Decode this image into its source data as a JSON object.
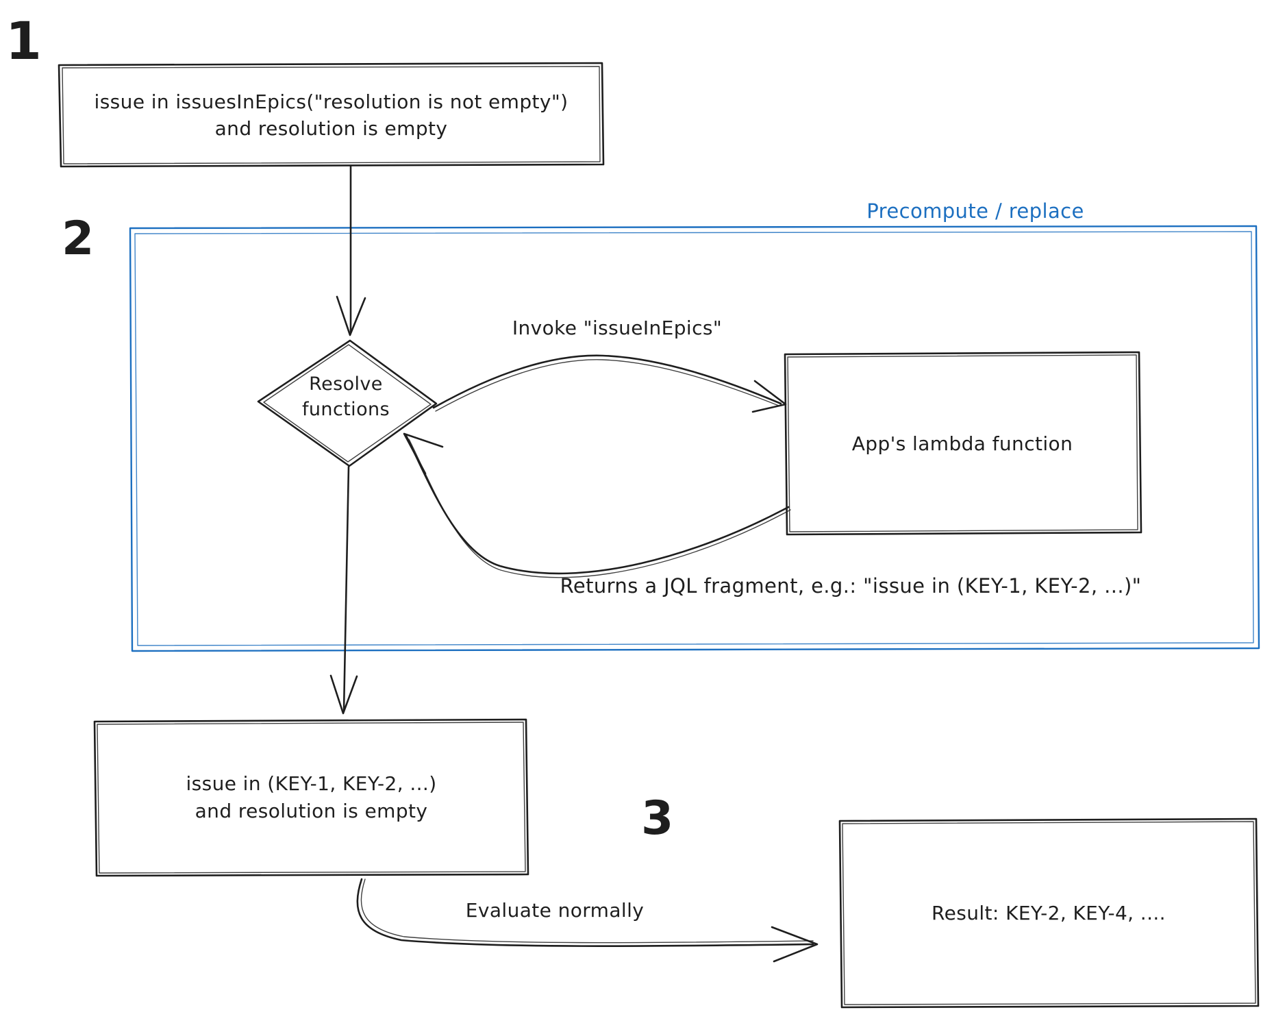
{
  "colors": {
    "ink": "#1e1e1e",
    "accent": "#1c6fc0",
    "background": "#ffffff"
  },
  "steps": {
    "one": {
      "number": "1"
    },
    "two": {
      "number": "2",
      "label": "Precompute / replace"
    },
    "three": {
      "number": "3"
    }
  },
  "nodes": {
    "input_query": {
      "line1": "issue in issuesInEpics(\"resolution is not empty\")",
      "line2": "and resolution is empty"
    },
    "resolve": {
      "line1": "Resolve",
      "line2": "functions"
    },
    "lambda": {
      "label": "App's lambda function"
    },
    "rewritten": {
      "line1": "issue in (KEY-1, KEY-2, ...)",
      "line2": "and resolution is empty"
    },
    "result": {
      "label": "Result: KEY-2, KEY-4, ...."
    }
  },
  "edges": {
    "invoke_label": "Invoke \"issueInEpics\"",
    "returns_label": "Returns a JQL fragment, e.g.: \"issue in (KEY-1, KEY-2, ...)\"",
    "evaluate_label": "Evaluate normally"
  }
}
